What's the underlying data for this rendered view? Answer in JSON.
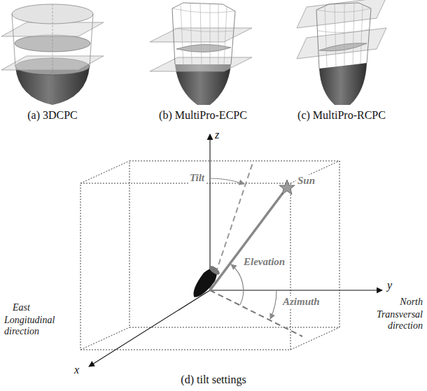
{
  "diagram": {
    "labels": [
      "(a) 3DCPC",
      "(b) MultiPro-ECPC",
      "(c) MultiPro-RCPC",
      "z",
      "Tilt",
      "Sun",
      "Elevation",
      "Azimuth",
      "y",
      "North",
      "Transversal direction",
      "East",
      "Longitudinal direction",
      "x",
      "(d) tilt settings"
    ]
  }
}
